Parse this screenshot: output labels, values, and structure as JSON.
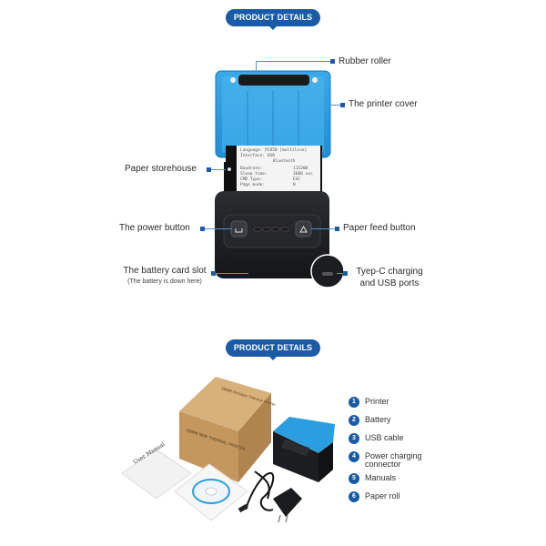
{
  "section1": {
    "badge": "PRODUCT DETAILS",
    "callouts": {
      "rubber_roller": "Rubber roller",
      "printer_cover": "The printer cover",
      "paper_storehouse": "Paper storehouse",
      "power_button": "The power button",
      "paper_feed_button": "Paper feed button",
      "battery_slot": "The battery card slot",
      "battery_note": "(The battery is down here)",
      "typec_line1": "Tyep-C charging",
      "typec_line2": "and USB ports"
    },
    "receipt_lines": [
      [
        "Baudrate:",
        "115200"
      ],
      [
        "Sleep time:",
        "3600 sec"
      ],
      [
        "CMD Type:",
        "ESC"
      ],
      [
        "Page mode:",
        "0"
      ]
    ],
    "receipt_header": [
      "Language:",
      "PC850 [multiline]",
      "Interface:",
      "USB",
      "Bluetooth"
    ]
  },
  "section2": {
    "badge": "PRODUCT DETAILS",
    "box_text": "58MM MINI THERMAL PRINTER",
    "manual_title": "User Manual",
    "items": [
      {
        "num": "1",
        "label": "Printer"
      },
      {
        "num": "2",
        "label": "Battery"
      },
      {
        "num": "3",
        "label": "USB cable"
      },
      {
        "num": "4",
        "label": "Power charging connector"
      },
      {
        "num": "5",
        "label": "Manuals"
      },
      {
        "num": "6",
        "label": "Paper roll"
      }
    ]
  },
  "colors": {
    "accent": "#1a5ba6",
    "printer_blue": "#2a9ee0",
    "printer_body": "#1e1f22",
    "box": "#c49a66"
  }
}
